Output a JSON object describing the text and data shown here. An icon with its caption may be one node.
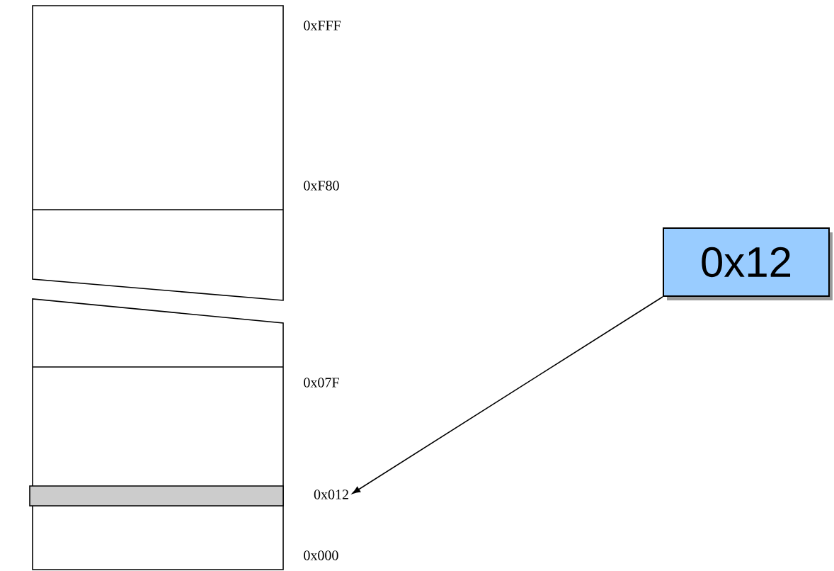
{
  "diagram": {
    "nodes": [
      {
        "text": [
          "0x12"
        ]
      },
      {
        "text": [
          "0x012"
        ]
      }
    ],
    "edges": [
      {
        "from": 0,
        "to": 1,
        "arrow": "to"
      }
    ],
    "labels": [
      "0xFFF",
      "0xF80",
      "0x07F",
      "0x000"
    ]
  }
}
